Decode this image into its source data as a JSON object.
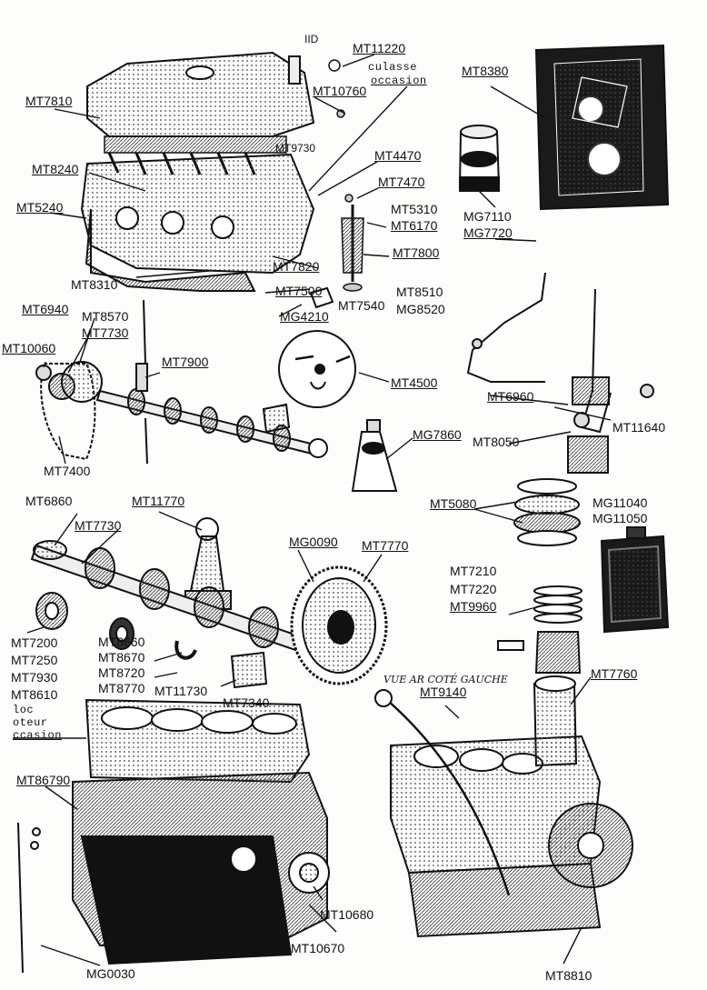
{
  "top": {
    "fragment": "IID",
    "mt11220": "MT11220",
    "culasse": "culasse",
    "occasion": "occasion",
    "mt7810": "MT7810",
    "mt10760": "MT10760",
    "mt9730": "MT9730",
    "mt8240": "MT8240",
    "mt4470": "MT4470",
    "mt7470": "MT7470",
    "mt5240": "MT5240",
    "mt5310": "MT5310",
    "mt6170": "MT6170",
    "mt7800": "MT7800",
    "mt7820": "MT7820",
    "mt8310": "MT8310",
    "mt7500": "MT7500",
    "mt7540": "MT7540",
    "mt8510": "MT8510",
    "mg8520": "MG8520",
    "mt8380": "MT8380",
    "mg7110": "MG7110",
    "mg7720": "MG7720"
  },
  "cam": {
    "mt6940": "MT6940",
    "mt8570": "MT8570",
    "mt7730": "MT7730",
    "mt10060": "MT10060",
    "mg4210": "MG4210",
    "mt7900": "MT7900",
    "mt4500": "MT4500",
    "mt6960": "MT6960",
    "mt11640": "MT11640",
    "mg7860": "MG7860",
    "mt8050": "MT8050",
    "mt7400": "MT7400"
  },
  "crank": {
    "mt6860": "MT6860",
    "mt11770": "MT11770",
    "mt7730b": "MT7730",
    "mg0090": "MG0090",
    "mt7770": "MT7770",
    "mt5080": "MT5080",
    "mg11040": "MG11040",
    "mg11050": "MG11050",
    "mt7210": "MT7210",
    "mt7220": "MT7220",
    "mt9960": "MT9960",
    "left_list": [
      "MT7200",
      "MT7250",
      "MT7930",
      "MT8610"
    ],
    "mid_list": [
      "MT8660",
      "MT8670",
      "MT8720",
      "MT8770"
    ],
    "mt11730": "MT11730",
    "mt7340": "MT7340"
  },
  "block": {
    "bloc": "loc",
    "moteur": "oteur",
    "occasion": "ccasion",
    "mt86790": "MT86790",
    "vue": "VUE AR COTÉ GAUCHE",
    "mt9140": "MT9140",
    "mt7760": "MT7760",
    "mt10680": "MT10680",
    "mt10670": "MT10670",
    "mg0030": "MG0030",
    "mt8810": "MT8810"
  }
}
